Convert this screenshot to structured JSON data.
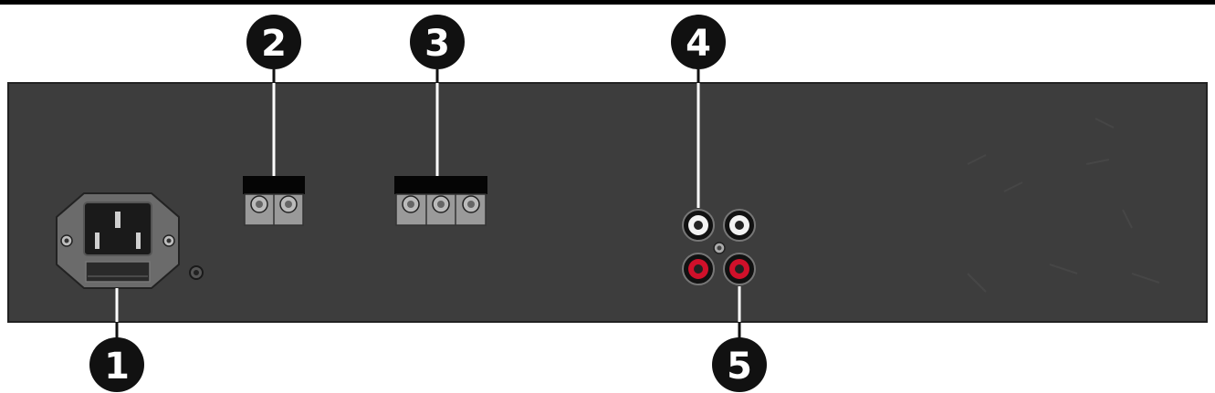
{
  "colors": {
    "panel": "#3d3d3d",
    "panel_dark": "#333333",
    "bezel": "#6b6b6b",
    "terminal_housing": "#050505",
    "terminal_body": "#9a9a9a",
    "rca_white": "#f2f2f2",
    "rca_red": "#d0102a",
    "callout_fill": "#111111",
    "leader_line": "#ffffff"
  },
  "callouts": [
    {
      "label": "1"
    },
    {
      "label": "2"
    },
    {
      "label": "3"
    },
    {
      "label": "4"
    },
    {
      "label": "5"
    }
  ],
  "components": {
    "iec_inlet": "power-inlet-with-fuse-drawer",
    "terminal_block_2pin": "2-pin-terminal-block",
    "terminal_block_3pin": "3-pin-terminal-block",
    "rca_white_pair": "rca-jack-white-pair",
    "rca_red_pair": "rca-jack-red-pair"
  }
}
